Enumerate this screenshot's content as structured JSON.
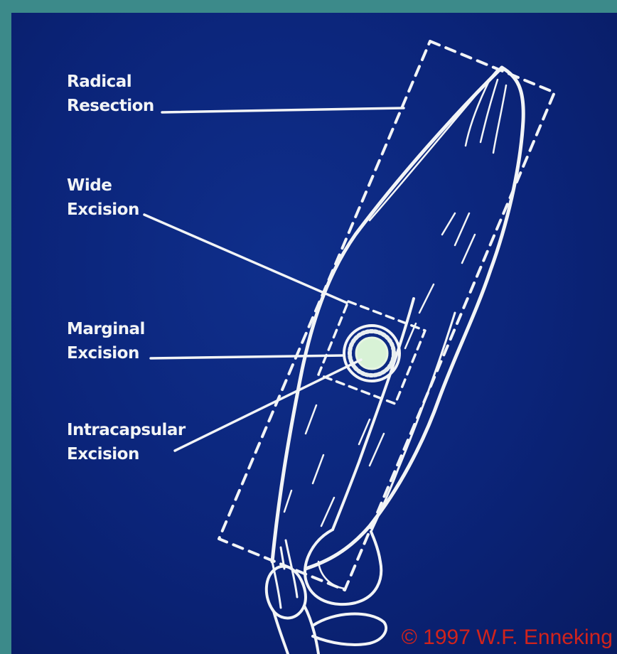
{
  "labels": {
    "radical": [
      "Radical",
      "Resection"
    ],
    "wide": [
      "Wide",
      "Excision"
    ],
    "marginal": [
      "Marginal",
      "Excision"
    ],
    "intracapsular": [
      "Intracapsular",
      "Excision"
    ]
  },
  "copyright": "© 1997 W.F. Enneking",
  "colors": {
    "background": "#0b2479",
    "frame": "#3c8a8a",
    "ink": "#f2f4f6",
    "copyright": "#d0231c"
  }
}
